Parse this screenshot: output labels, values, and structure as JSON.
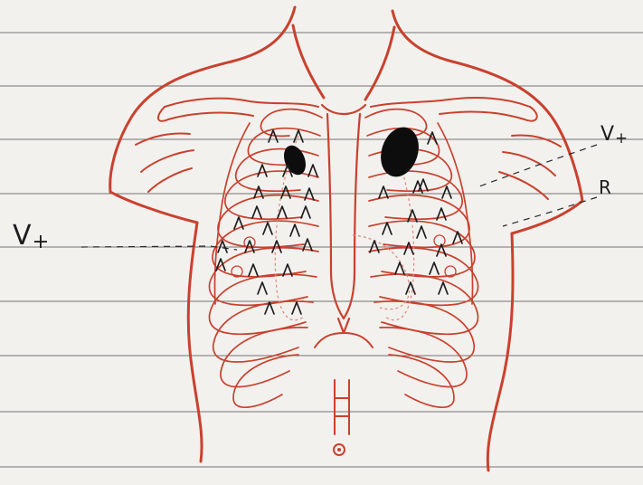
{
  "labels": {
    "left_v": "V",
    "left_v_sign": "+",
    "right_v": "V",
    "right_v_sign": "+",
    "r": "R"
  },
  "colors": {
    "paper": "#f3f1ee",
    "ruled_line": "#4a4a4a",
    "anatomy_line": "#c9412e",
    "anatomy_faint": "#d98a78",
    "lesion_fill": "#0d0d0d",
    "ink": "#1c1c1c"
  },
  "markers": {
    "symbol": "arrow-up-icon",
    "right_lung_count": 24,
    "left_lung_count": 17
  },
  "lesions": [
    {
      "side": "right-upper-lobe"
    },
    {
      "side": "left-upper-lobe"
    }
  ]
}
